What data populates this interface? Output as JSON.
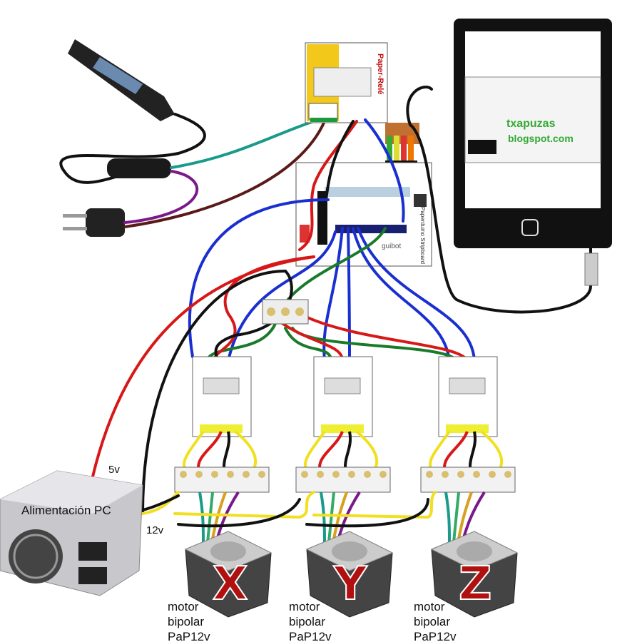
{
  "psu": {
    "label": "Alimentación PC",
    "v5": "5v",
    "v12": "12v"
  },
  "relay_board": {
    "label": "Paper-Relé"
  },
  "arduino_board": {
    "label": "Paperduino Stripboard",
    "brand": "guibot"
  },
  "tablet": {
    "logo_line1": "txapuzas",
    "logo_line2": "blogspot.com"
  },
  "motors": [
    {
      "axis": "X",
      "line1": "motor",
      "line2": "bipolar",
      "line3": "PaP12v"
    },
    {
      "axis": "Y",
      "line1": "motor",
      "line2": "bipolar",
      "line3": "PaP12v"
    },
    {
      "axis": "Z",
      "line1": "motor",
      "line2": "bipolar",
      "line3": "PaP12v"
    }
  ],
  "colors": {
    "wire_blue": "#1a2fd0",
    "wire_red": "#d81818",
    "wire_black": "#111111",
    "wire_green": "#1a7a2a",
    "wire_yellow": "#f0e020",
    "wire_teal": "#1a9a8a",
    "wire_purple": "#7a1a8a",
    "relay_yellow": "#f2c81a",
    "axis_red": "#b01010"
  }
}
